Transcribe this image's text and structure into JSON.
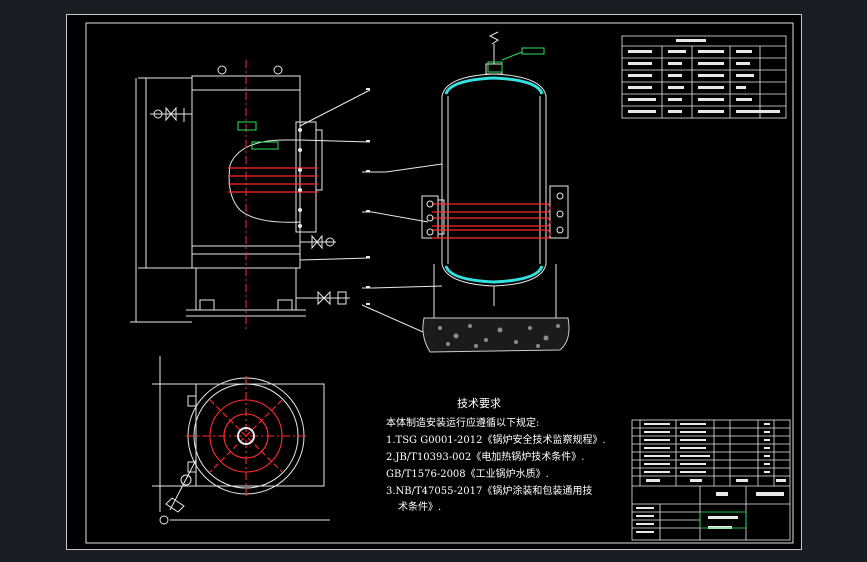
{
  "tech": {
    "title": "技术要求",
    "intro": "本体制造安装运行应遵循以下规定:",
    "lines": [
      "1.TSG G0001-2012《锅炉安全技术监察规程》.",
      "2.JB/T10393-002《电加热锅炉技术条件》.",
      "GB/T1576-2008《工业锅炉水质》.",
      "3.NB/T47055-2017《锅炉涂装和包装通用技",
      "术条件》."
    ]
  },
  "colors": {
    "outline": "#e8e8e8",
    "red": "#ff2a2a",
    "cyan": "#34e0e0",
    "green": "#2ee05a",
    "hatch": "#cccccc"
  }
}
